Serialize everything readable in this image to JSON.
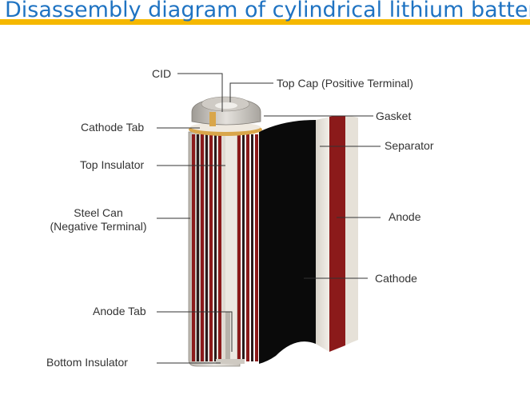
{
  "title": "Disassembly diagram of cylindrical lithium battery",
  "colors": {
    "title": "#1f73c2",
    "title_underline": "#f5b800",
    "cathode_layer": "#0a0a0a",
    "anode_layer": "#8b1a1a",
    "separator": "#e9e4dc",
    "steel_can": "#d9d5cf",
    "tab_copper": "#d9a64a"
  },
  "labels": {
    "cid": "CID",
    "top_cap": "Top Cap (Positive Terminal)",
    "gasket": "Gasket",
    "cathode_tab": "Cathode Tab",
    "separator": "Separator",
    "top_insulator": "Top Insulator",
    "anode": "Anode",
    "steel_can_line1": "Steel Can",
    "steel_can_line2": "(Negative Terminal)",
    "cathode": "Cathode",
    "anode_tab": "Anode Tab",
    "bottom_insulator": "Bottom Insulator"
  }
}
